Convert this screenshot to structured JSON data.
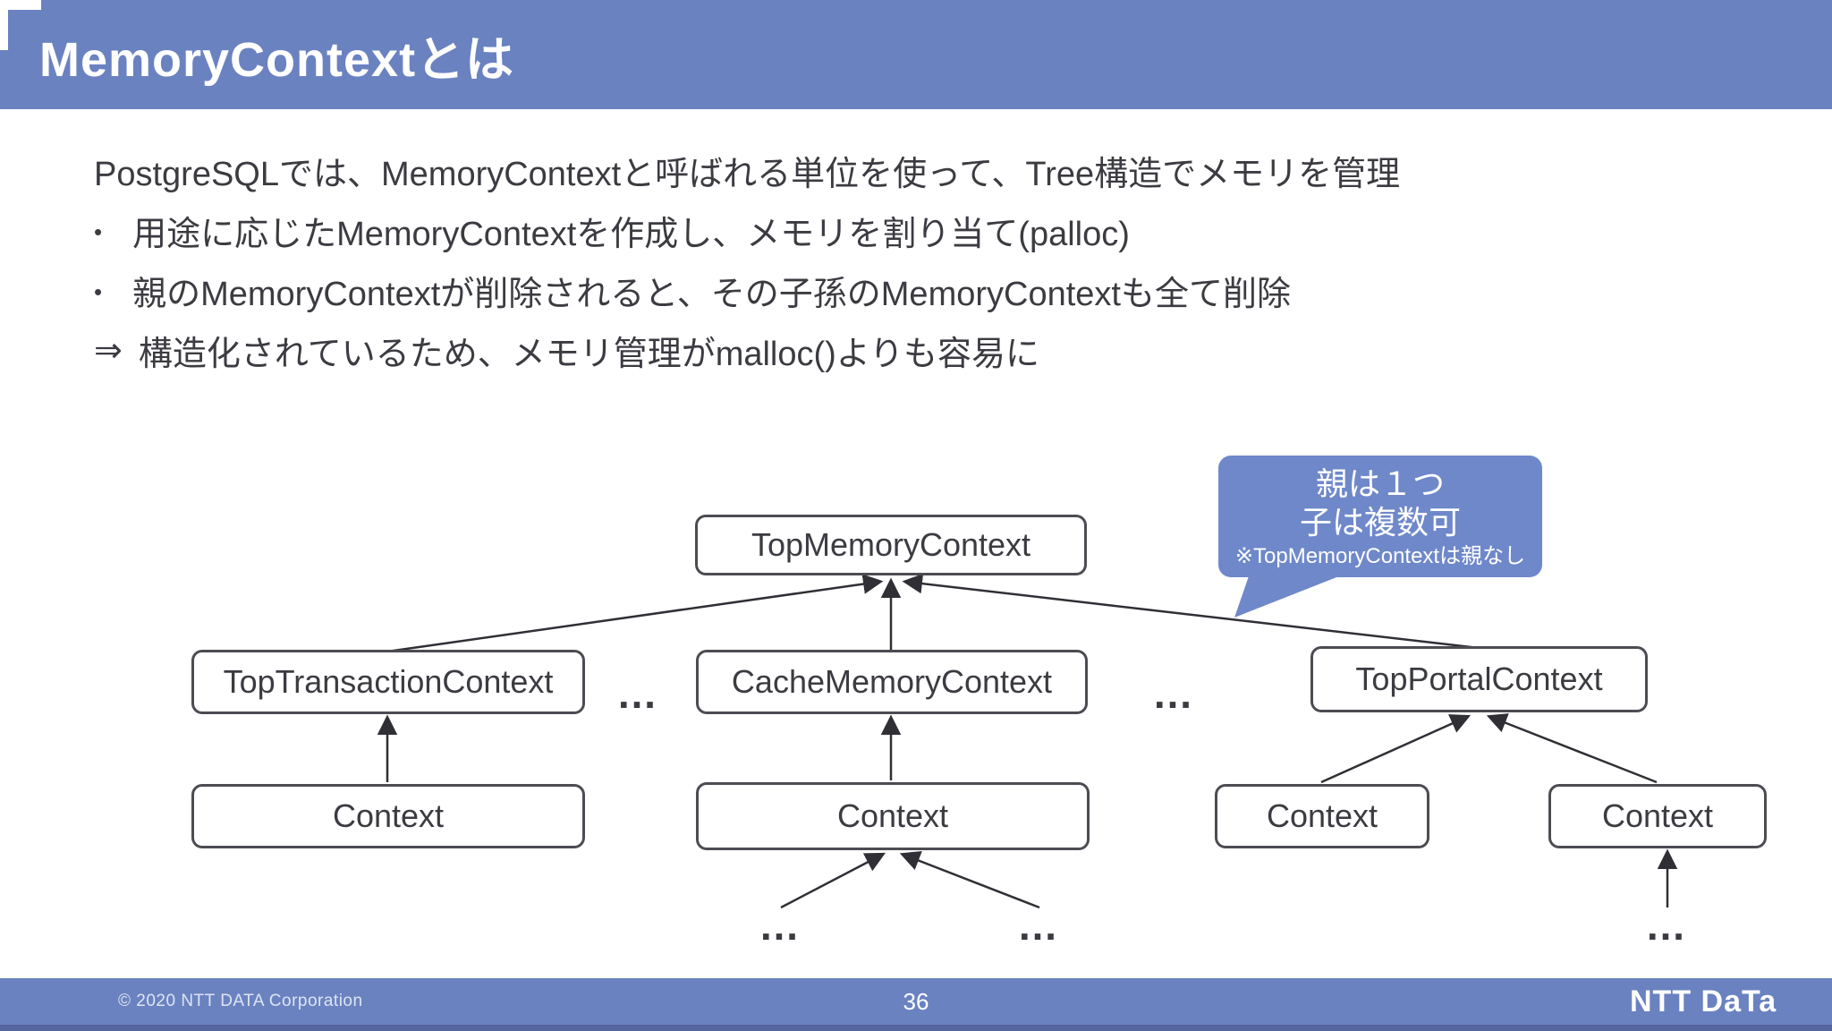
{
  "header": {
    "title": "MemoryContextとは"
  },
  "body": {
    "intro": "PostgreSQLでは、MemoryContextと呼ばれる単位を使って、Tree構造でメモリを管理",
    "bullet_marker": "•",
    "bullets": [
      "用途に応じたMemoryContextを作成し、メモリを割り当て(palloc)",
      "親のMemoryContextが削除されると、その子孫のMemoryContextも全て削除"
    ],
    "conclusion_marker": "⇒",
    "conclusion": "構造化されているため、メモリ管理がmalloc()よりも容易に"
  },
  "diagram": {
    "ellipsis": "…",
    "nodes": {
      "top": "TopMemoryContext",
      "level2_left": "TopTransactionContext",
      "level2_middle": "CacheMemoryContext",
      "level2_right": "TopPortalContext",
      "level3_left": "Context",
      "level3_middle": "Context",
      "level3_right_a": "Context",
      "level3_right_b": "Context"
    },
    "callout": {
      "line1": "親は１つ",
      "line2": "子は複数可",
      "note": "※TopMemoryContextは親なし"
    }
  },
  "footer": {
    "copyright": "© 2020 NTT DATA Corporation",
    "page_number": "36",
    "logo_text": "NTT DaTa"
  },
  "colors": {
    "header_footer_blue": "#6b82c1",
    "callout_blue": "#6f88ca",
    "footer_edge_blue": "#55659e",
    "text_dark": "#3b3b41"
  }
}
